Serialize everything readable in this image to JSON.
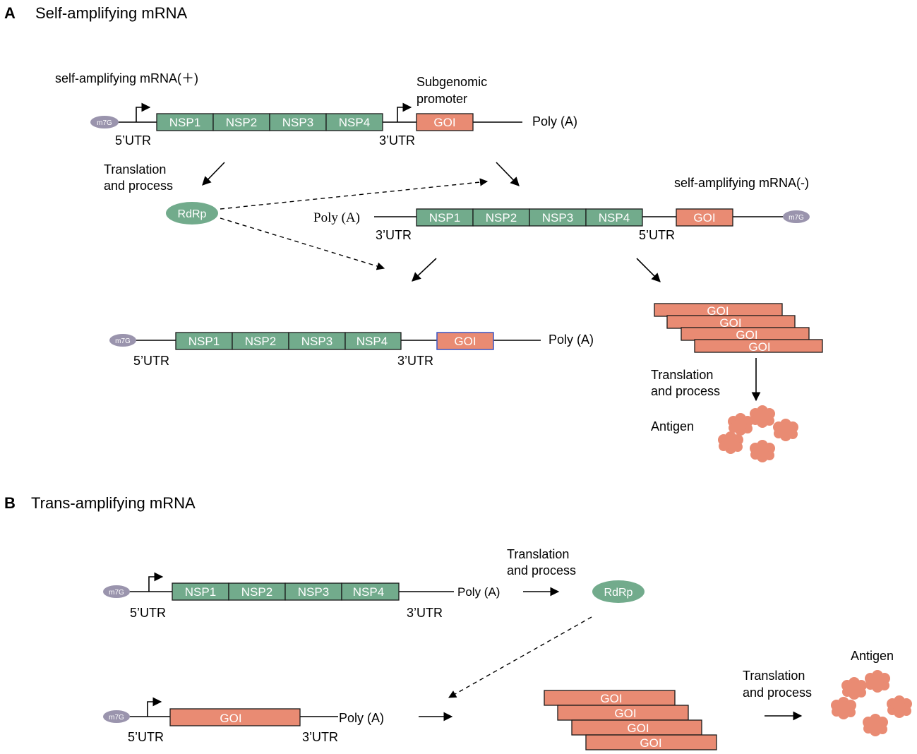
{
  "panel_a": {
    "letter": "A",
    "title": "Self-amplifying mRNA",
    "plus_label": "self-amplifying mRNA(＋)",
    "minus_label": "self-amplifying mRNA(-)",
    "subgenomic_line1": "Subgenomic",
    "subgenomic_line2": "promoter",
    "translation_line1": "Translation",
    "translation_line2": "and process",
    "translation2_line1": "Translation",
    "translation2_line2": "and process",
    "antigen": "Antigen"
  },
  "panel_b": {
    "letter": "B",
    "title": "Trans-amplifying mRNA",
    "translation_line1": "Translation",
    "translation_line2": "and process",
    "translation2_line1": "Translation",
    "translation2_line2": "and process",
    "antigen": "Antigen"
  },
  "labels": {
    "cap": "m7G",
    "utr5": "5’UTR",
    "utr3": "3’UTR",
    "poly_a": "Poly (A)",
    "rdrp": "RdRp",
    "goi": "GOI",
    "nsp": [
      "NSP1",
      "NSP2",
      "NSP3",
      "NSP4"
    ]
  },
  "colors": {
    "nsp": "#72ab8c",
    "goi": "#e98b73",
    "cap": "#9a94ad",
    "rdrp": "#72ab8c"
  }
}
